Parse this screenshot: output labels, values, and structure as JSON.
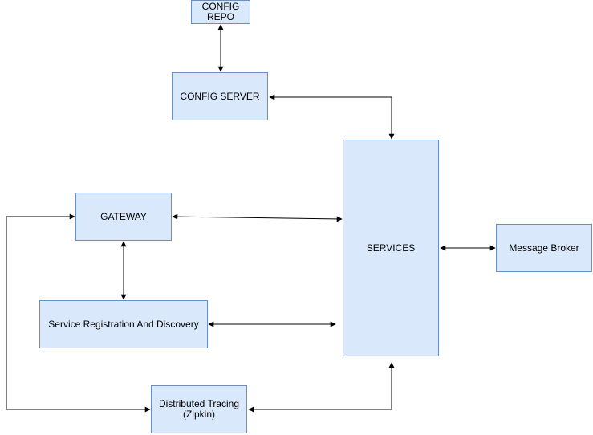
{
  "colors": {
    "node_fill": "#dae8fc",
    "node_border": "#6c8ebf",
    "edge": "#000000"
  },
  "nodes": {
    "config_repo": "CONFIG\nREPO",
    "config_server": "CONFIG SERVER",
    "services": "SERVICES",
    "gateway": "GATEWAY",
    "message_broker": "Message Broker",
    "service_registration": "Service Registration And Discovery",
    "distributed_tracing": "Distributed Tracing\n(Zipkin)"
  },
  "edges": [
    {
      "from": "config_repo",
      "to": "config_server",
      "direction": "both"
    },
    {
      "from": "config_server",
      "to": "services",
      "direction": "both"
    },
    {
      "from": "gateway",
      "to": "services",
      "direction": "both"
    },
    {
      "from": "gateway",
      "to": "service_registration",
      "direction": "both"
    },
    {
      "from": "service_registration",
      "to": "services",
      "direction": "both"
    },
    {
      "from": "services",
      "to": "message_broker",
      "direction": "both"
    },
    {
      "from": "distributed_tracing",
      "to": "services",
      "direction": "both"
    },
    {
      "from": "distributed_tracing",
      "to": "gateway",
      "direction": "both"
    }
  ]
}
